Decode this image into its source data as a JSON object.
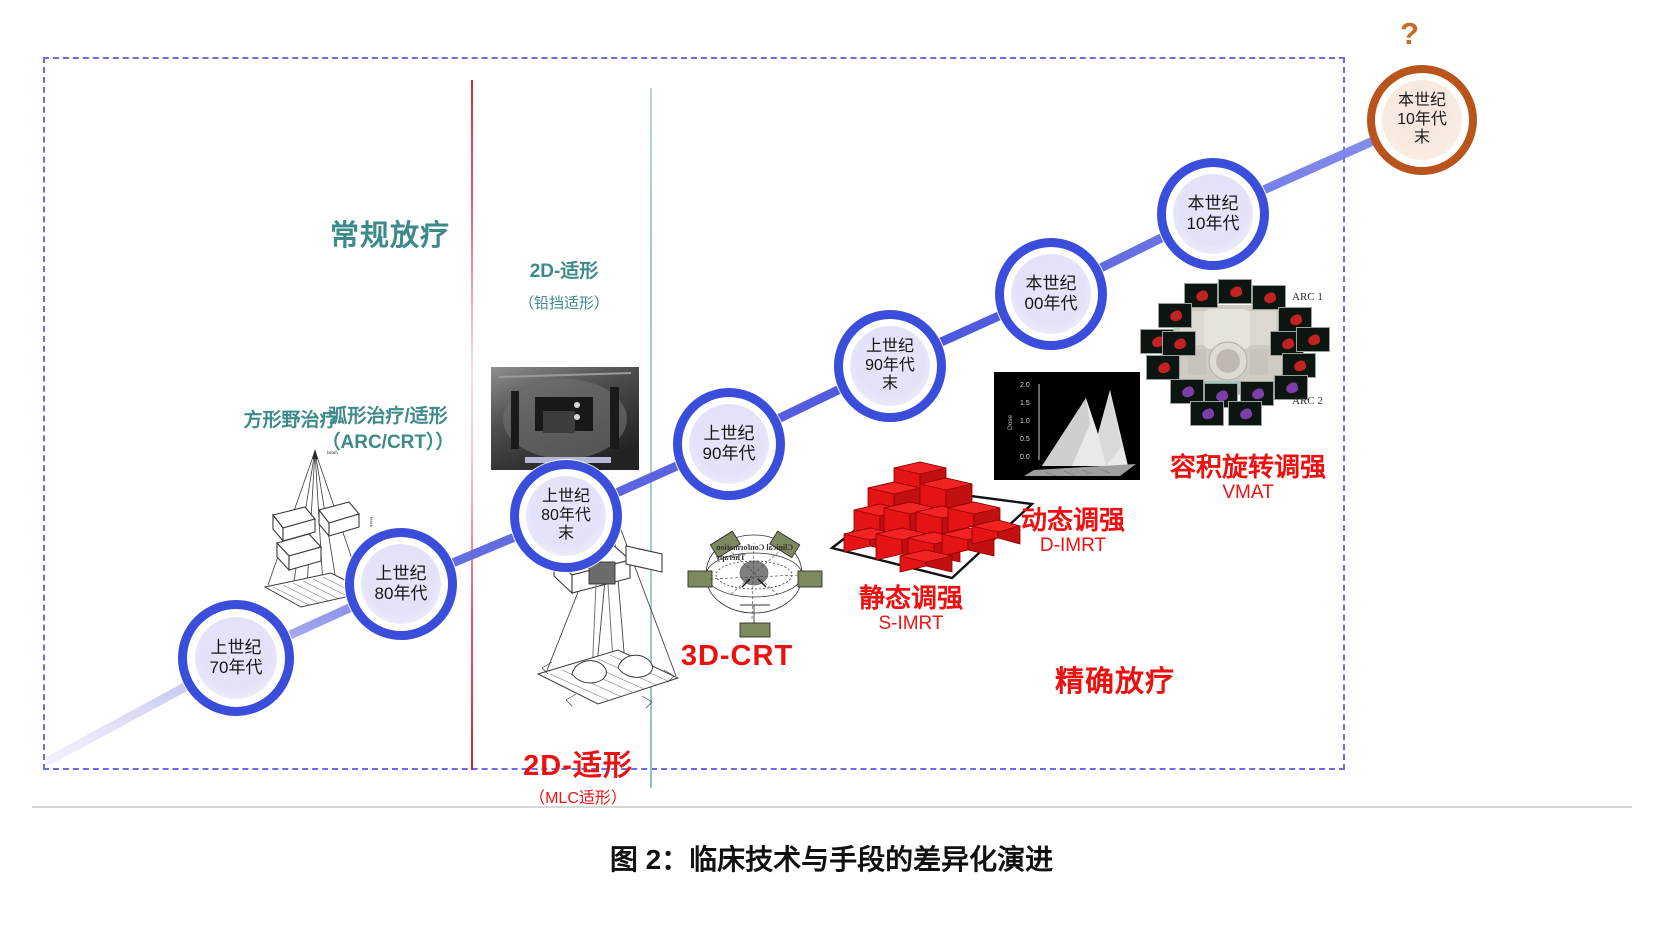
{
  "figure": {
    "caption": "图 2：临床技术与手段的差异化演进",
    "question_mark": "?"
  },
  "eras": {
    "conventional_title": "常规放疗",
    "precision_title": "精确放疗"
  },
  "nodes": [
    {
      "id": "n70",
      "lines": [
        "上世纪",
        "70年代"
      ],
      "color": "#3a4edb",
      "style": "blue"
    },
    {
      "id": "n80",
      "lines": [
        "上世纪",
        "80年代"
      ],
      "color": "#3a4edb",
      "style": "blue"
    },
    {
      "id": "n80e",
      "lines": [
        "上世纪",
        "80年代",
        "末"
      ],
      "color": "#3a4edb",
      "style": "blue"
    },
    {
      "id": "n90",
      "lines": [
        "上世纪",
        "90年代"
      ],
      "color": "#3a4edb",
      "style": "blue"
    },
    {
      "id": "n90e",
      "lines": [
        "上世纪",
        "90年代",
        "末"
      ],
      "color": "#3a4edb",
      "style": "blue"
    },
    {
      "id": "n00",
      "lines": [
        "本世纪",
        "00年代"
      ],
      "color": "#3a4edb",
      "style": "blue"
    },
    {
      "id": "n10",
      "lines": [
        "本世纪",
        "10年代"
      ],
      "color": "#3a4edb",
      "style": "blue"
    },
    {
      "id": "n10e",
      "lines": [
        "本世纪",
        "10年代",
        "末"
      ],
      "color": "#b8541c",
      "style": "orange"
    }
  ],
  "techniques": [
    {
      "id": "square-field",
      "title": "方形野治疗",
      "sub": "",
      "color": "teal"
    },
    {
      "id": "arc-crt",
      "title": "弧形治疗/适形",
      "sub": "（ARC/CRT））",
      "color": "teal"
    },
    {
      "id": "2d-conformal",
      "title": "2D-适形",
      "sub": "（铅挡适形）",
      "color": "teal"
    },
    {
      "id": "2d-mlc",
      "title": "2D-适形",
      "sub": "（MLC适形）",
      "color": "red"
    },
    {
      "id": "3d-crt",
      "title": "3D-CRT",
      "sub": "",
      "color": "red"
    },
    {
      "id": "s-imrt",
      "title": "静态调强",
      "sub": "S-IMRT",
      "color": "red"
    },
    {
      "id": "d-imrt",
      "title": "动态调强",
      "sub": "D-IMRT",
      "color": "red"
    },
    {
      "id": "vmat",
      "title": "容积旋转调强",
      "sub": "VMAT",
      "color": "red"
    }
  ],
  "illustration_labels": {
    "clinical_conformation": "Clinical Conformation",
    "therapy": "Therapy",
    "arc1": "ARC 1",
    "arc2": "ARC 2",
    "dose_axis": [
      "2.0",
      "1.5",
      "1.0",
      "0.5",
      "0.0"
    ],
    "dose_axis_name": "Dose"
  },
  "colors": {
    "node_blue": "#3a4edb",
    "node_orange": "#b8541c",
    "teal_text": "#3d8a8a",
    "red_text": "#ee0f0f",
    "frame_dash": "#6c6ee0",
    "divider_red": "#d8273c",
    "divider_teal": "#a8cfd3"
  }
}
